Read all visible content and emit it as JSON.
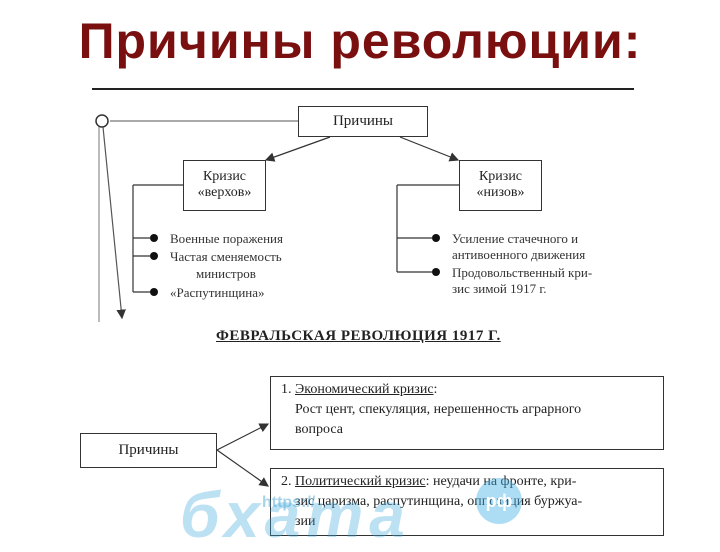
{
  "title": "Причины революции:",
  "top_diagram": {
    "root": "Причины",
    "left_box": [
      "Кризис",
      "«верхов»"
    ],
    "right_box": [
      "Кризис",
      "«низов»"
    ],
    "left_items": [
      "Военные поражения",
      "Частая сменяемость",
      "министров",
      "«Распутинщина»"
    ],
    "right_items": [
      "Усиление стачечного и",
      "антивоенного движения",
      "Продовольственный кри-",
      "зис зимой 1917 г."
    ]
  },
  "section_title": "ФЕВРАЛЬСКАЯ РЕВОЛЮЦИЯ 1917 Г.",
  "bottom_diagram": {
    "root": "Причины",
    "item1": {
      "number": "1.",
      "heading": "Экономический кризис",
      "line1": "Рост цент, спекуляция, нерешенность аграрного",
      "line2": "вопроса"
    },
    "item2": {
      "number": "2.",
      "heading": "Политический кризис",
      "rest": ": неудачи на фронте, кри-",
      "line2": "зис царизма, распутинщина, оппозиция буржуа-",
      "line3": "зии"
    }
  },
  "watermark": {
    "url": "https://",
    "letters": "бхата",
    "badge": "рф"
  }
}
